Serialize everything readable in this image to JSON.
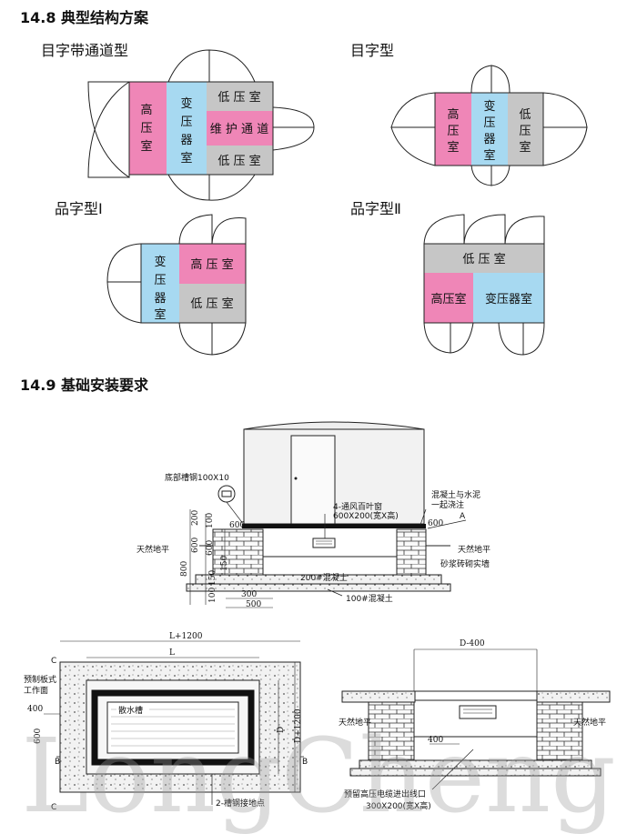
{
  "section_14_8": {
    "title": "14.8  典型结构方案",
    "schemes": [
      {
        "name": "目字带通道型",
        "rooms": [
          "高压室",
          "变压器室",
          "低压室",
          "维护通道",
          "低压室"
        ]
      },
      {
        "name": "目字型",
        "rooms": [
          "高压室",
          "变压器室",
          "低压室"
        ]
      },
      {
        "name": "品字型Ⅰ",
        "rooms": [
          "变压器室",
          "高压室",
          "低压室"
        ]
      },
      {
        "name": "品字型Ⅱ",
        "rooms": [
          "低压室",
          "高压室",
          "变压器室"
        ]
      }
    ]
  },
  "section_14_9": {
    "title": "14.9  基础安装要求",
    "elevation": {
      "labels": [
        "底部槽钢100X10",
        "4-通风百叶窗",
        "600X200(宽X高)",
        "混凝土与水泥",
        "一起浇注",
        "天然地平",
        "天然地平",
        "砂浆砖砌实墙",
        "200#混凝土",
        "100#混凝土",
        "A"
      ],
      "dims": [
        "200",
        "100",
        "600",
        "600",
        "600",
        "800",
        "150",
        "150",
        "100",
        "300",
        "500"
      ]
    },
    "plan": {
      "labels": [
        "L+1200",
        "L",
        "预制板式",
        "工作面",
        "散水槽",
        "2-槽钢接地点",
        "C",
        "C",
        "B",
        "B"
      ],
      "dims": [
        "400",
        "600",
        "D",
        "D+1200"
      ]
    },
    "section": {
      "labels": [
        "D-400",
        "天然地平",
        "天然地平",
        "预留高压电缆进出线口",
        "300X200(宽X高)"
      ],
      "dims": [
        "400"
      ]
    }
  },
  "watermark": "LongCheng",
  "colors": {
    "pink": "#ef86b7",
    "blue": "#a7d9f1",
    "gray": "#c6c6c6"
  }
}
